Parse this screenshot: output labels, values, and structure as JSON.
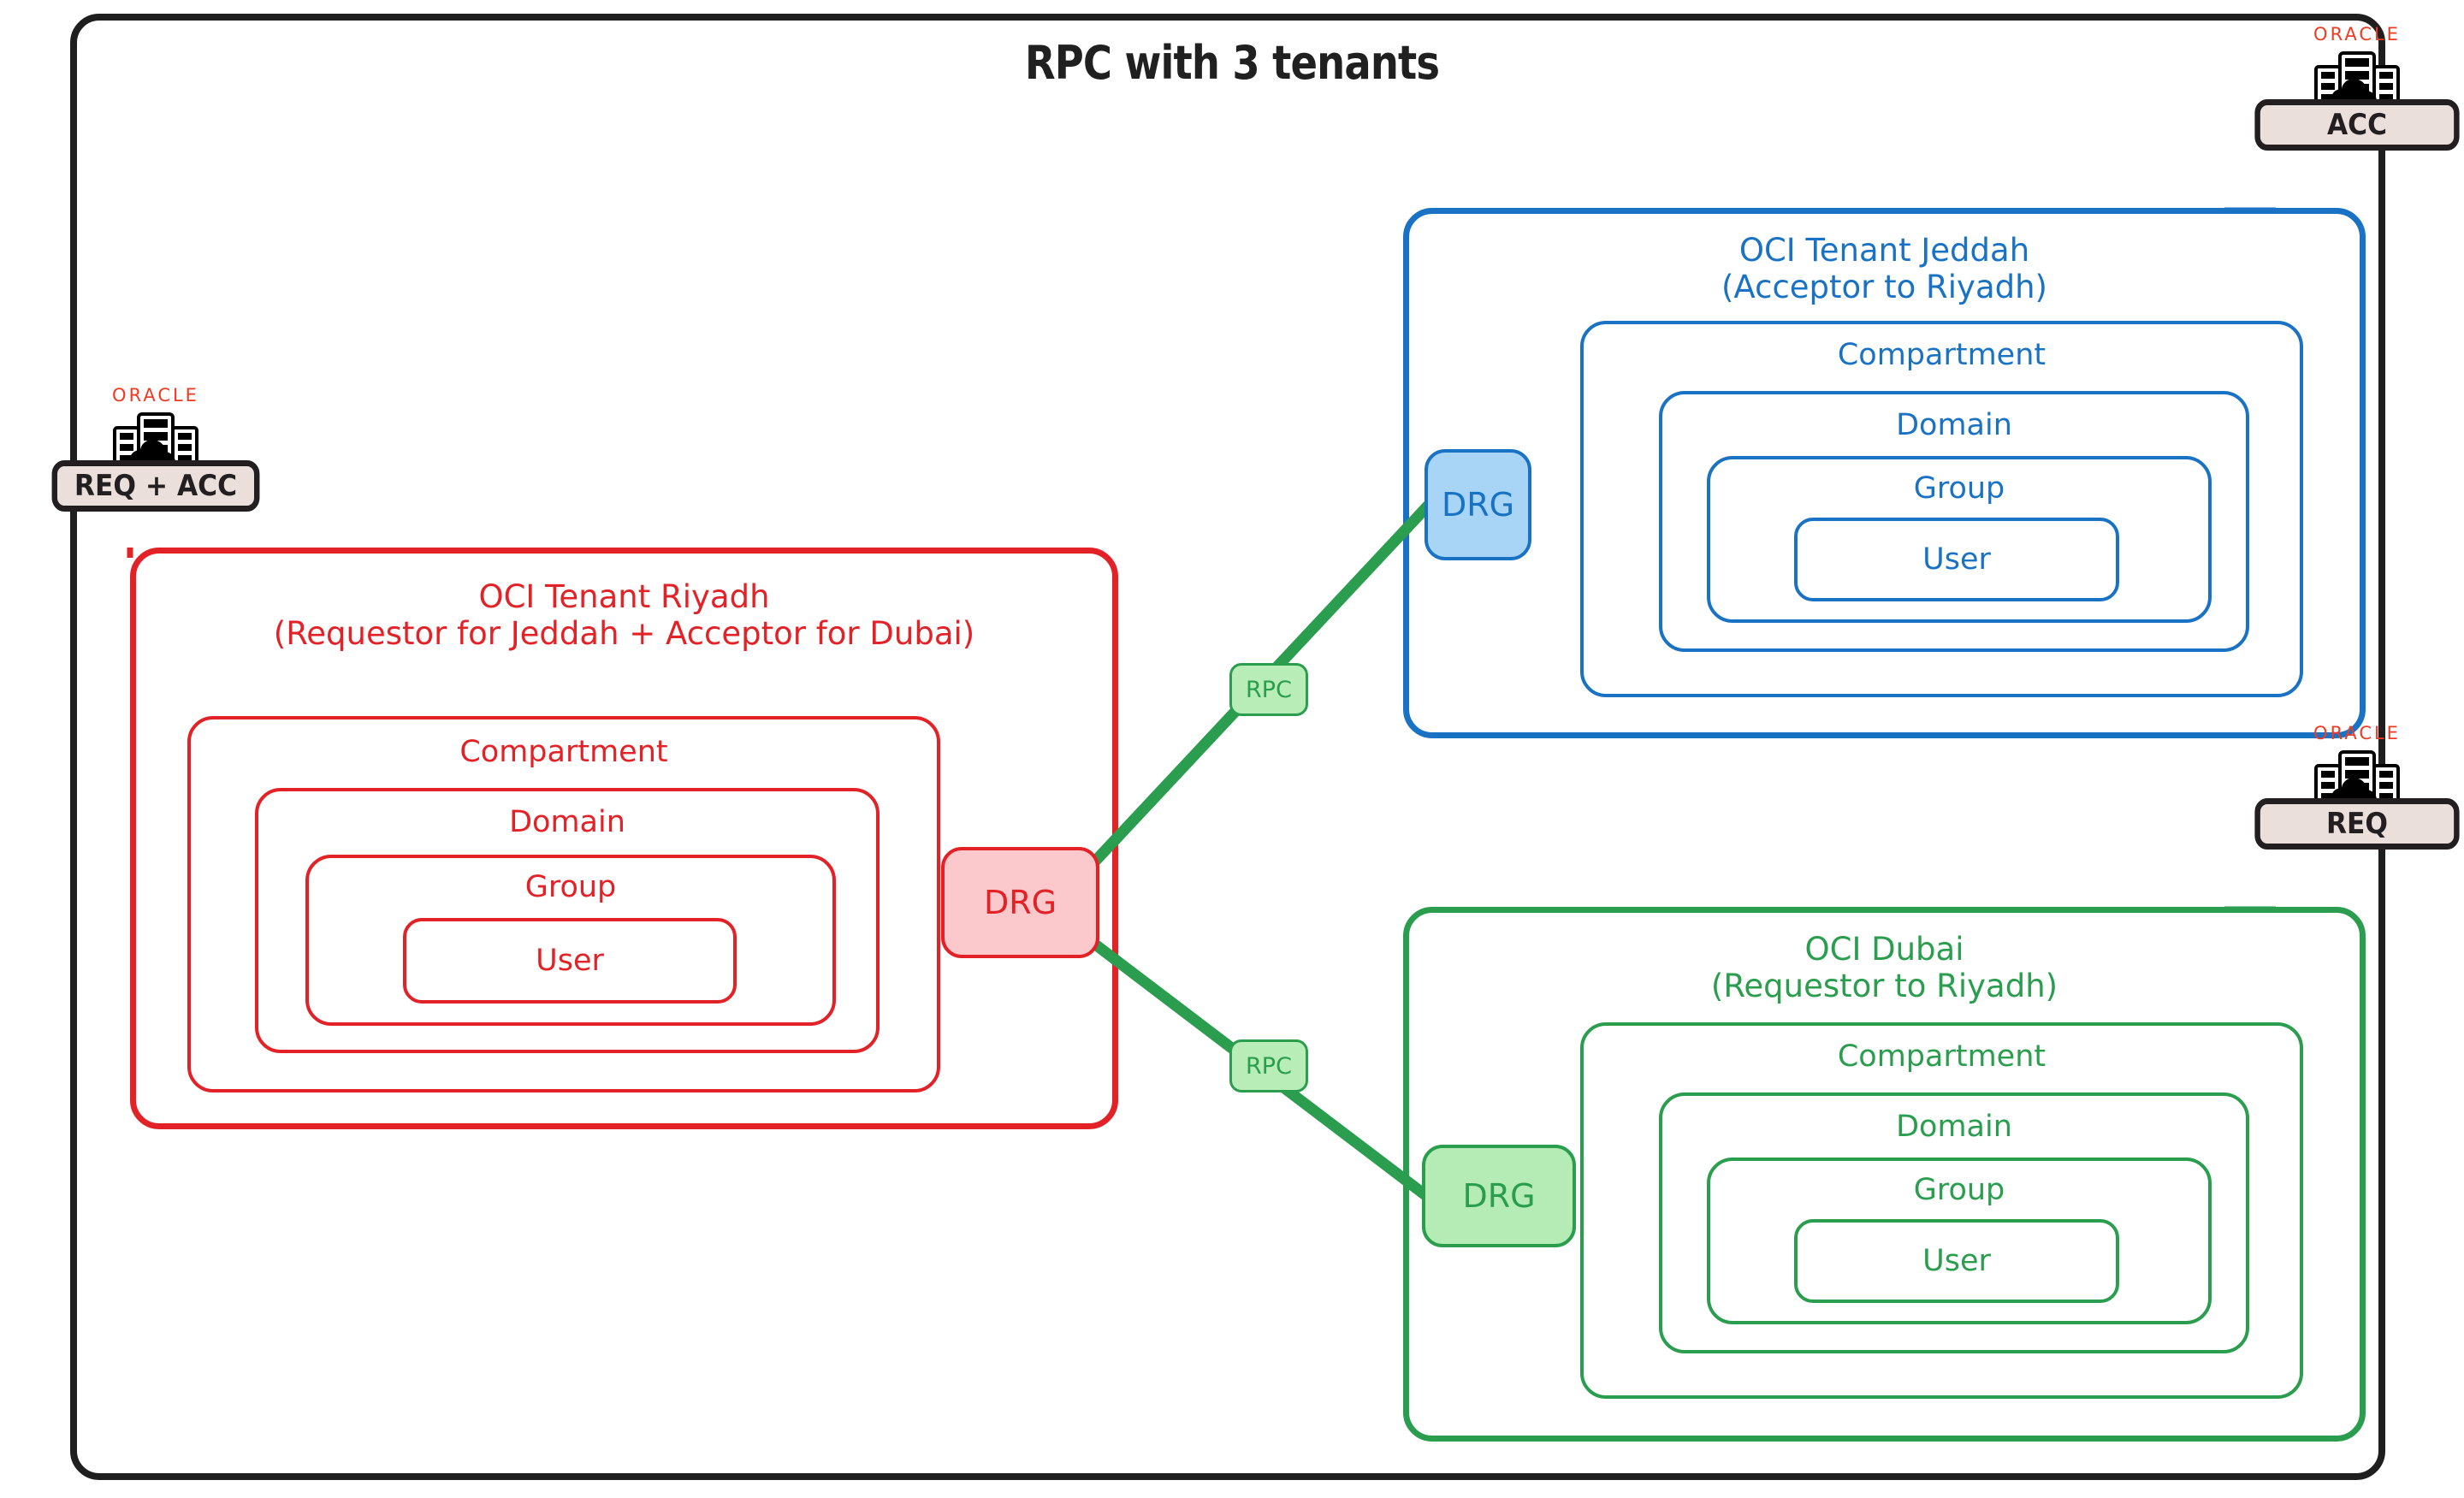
{
  "title": "RPC with 3 tenants",
  "colors": {
    "frame": "#1f1f1f",
    "riyadh": "#e32227",
    "jeddah": "#1a72c4",
    "dubai": "#2a9d4e",
    "rpc_link": "#2a9d4e",
    "badge_fill": "#eadfdb",
    "oracle_red": "#f03a22"
  },
  "badges": [
    {
      "id": "req-acc",
      "oracle_label": "ORACLE",
      "label": "REQ + ACC"
    },
    {
      "id": "acc",
      "oracle_label": "ORACLE",
      "label": "ACC"
    },
    {
      "id": "req",
      "oracle_label": "ORACLE",
      "label": "REQ"
    }
  ],
  "tenants": {
    "riyadh": {
      "name": "OCI Tenant Riyadh",
      "role": "(Requestor for Jeddah + Acceptor for Dubai)",
      "drg_label": "DRG",
      "nested": [
        "Compartment",
        "Domain",
        "Group",
        "User"
      ]
    },
    "jeddah": {
      "name": "OCI Tenant Jeddah",
      "role": "(Acceptor to Riyadh)",
      "drg_label": "DRG",
      "nested": [
        "Compartment",
        "Domain",
        "Group",
        "User"
      ]
    },
    "dubai": {
      "name": "OCI Dubai",
      "role": "(Requestor to Riyadh)",
      "drg_label": "DRG",
      "nested": [
        "Compartment",
        "Domain",
        "Group",
        "User"
      ]
    }
  },
  "links": [
    {
      "id": "riyadh-jeddah",
      "label": "RPC"
    },
    {
      "id": "riyadh-dubai",
      "label": "RPC"
    }
  ]
}
